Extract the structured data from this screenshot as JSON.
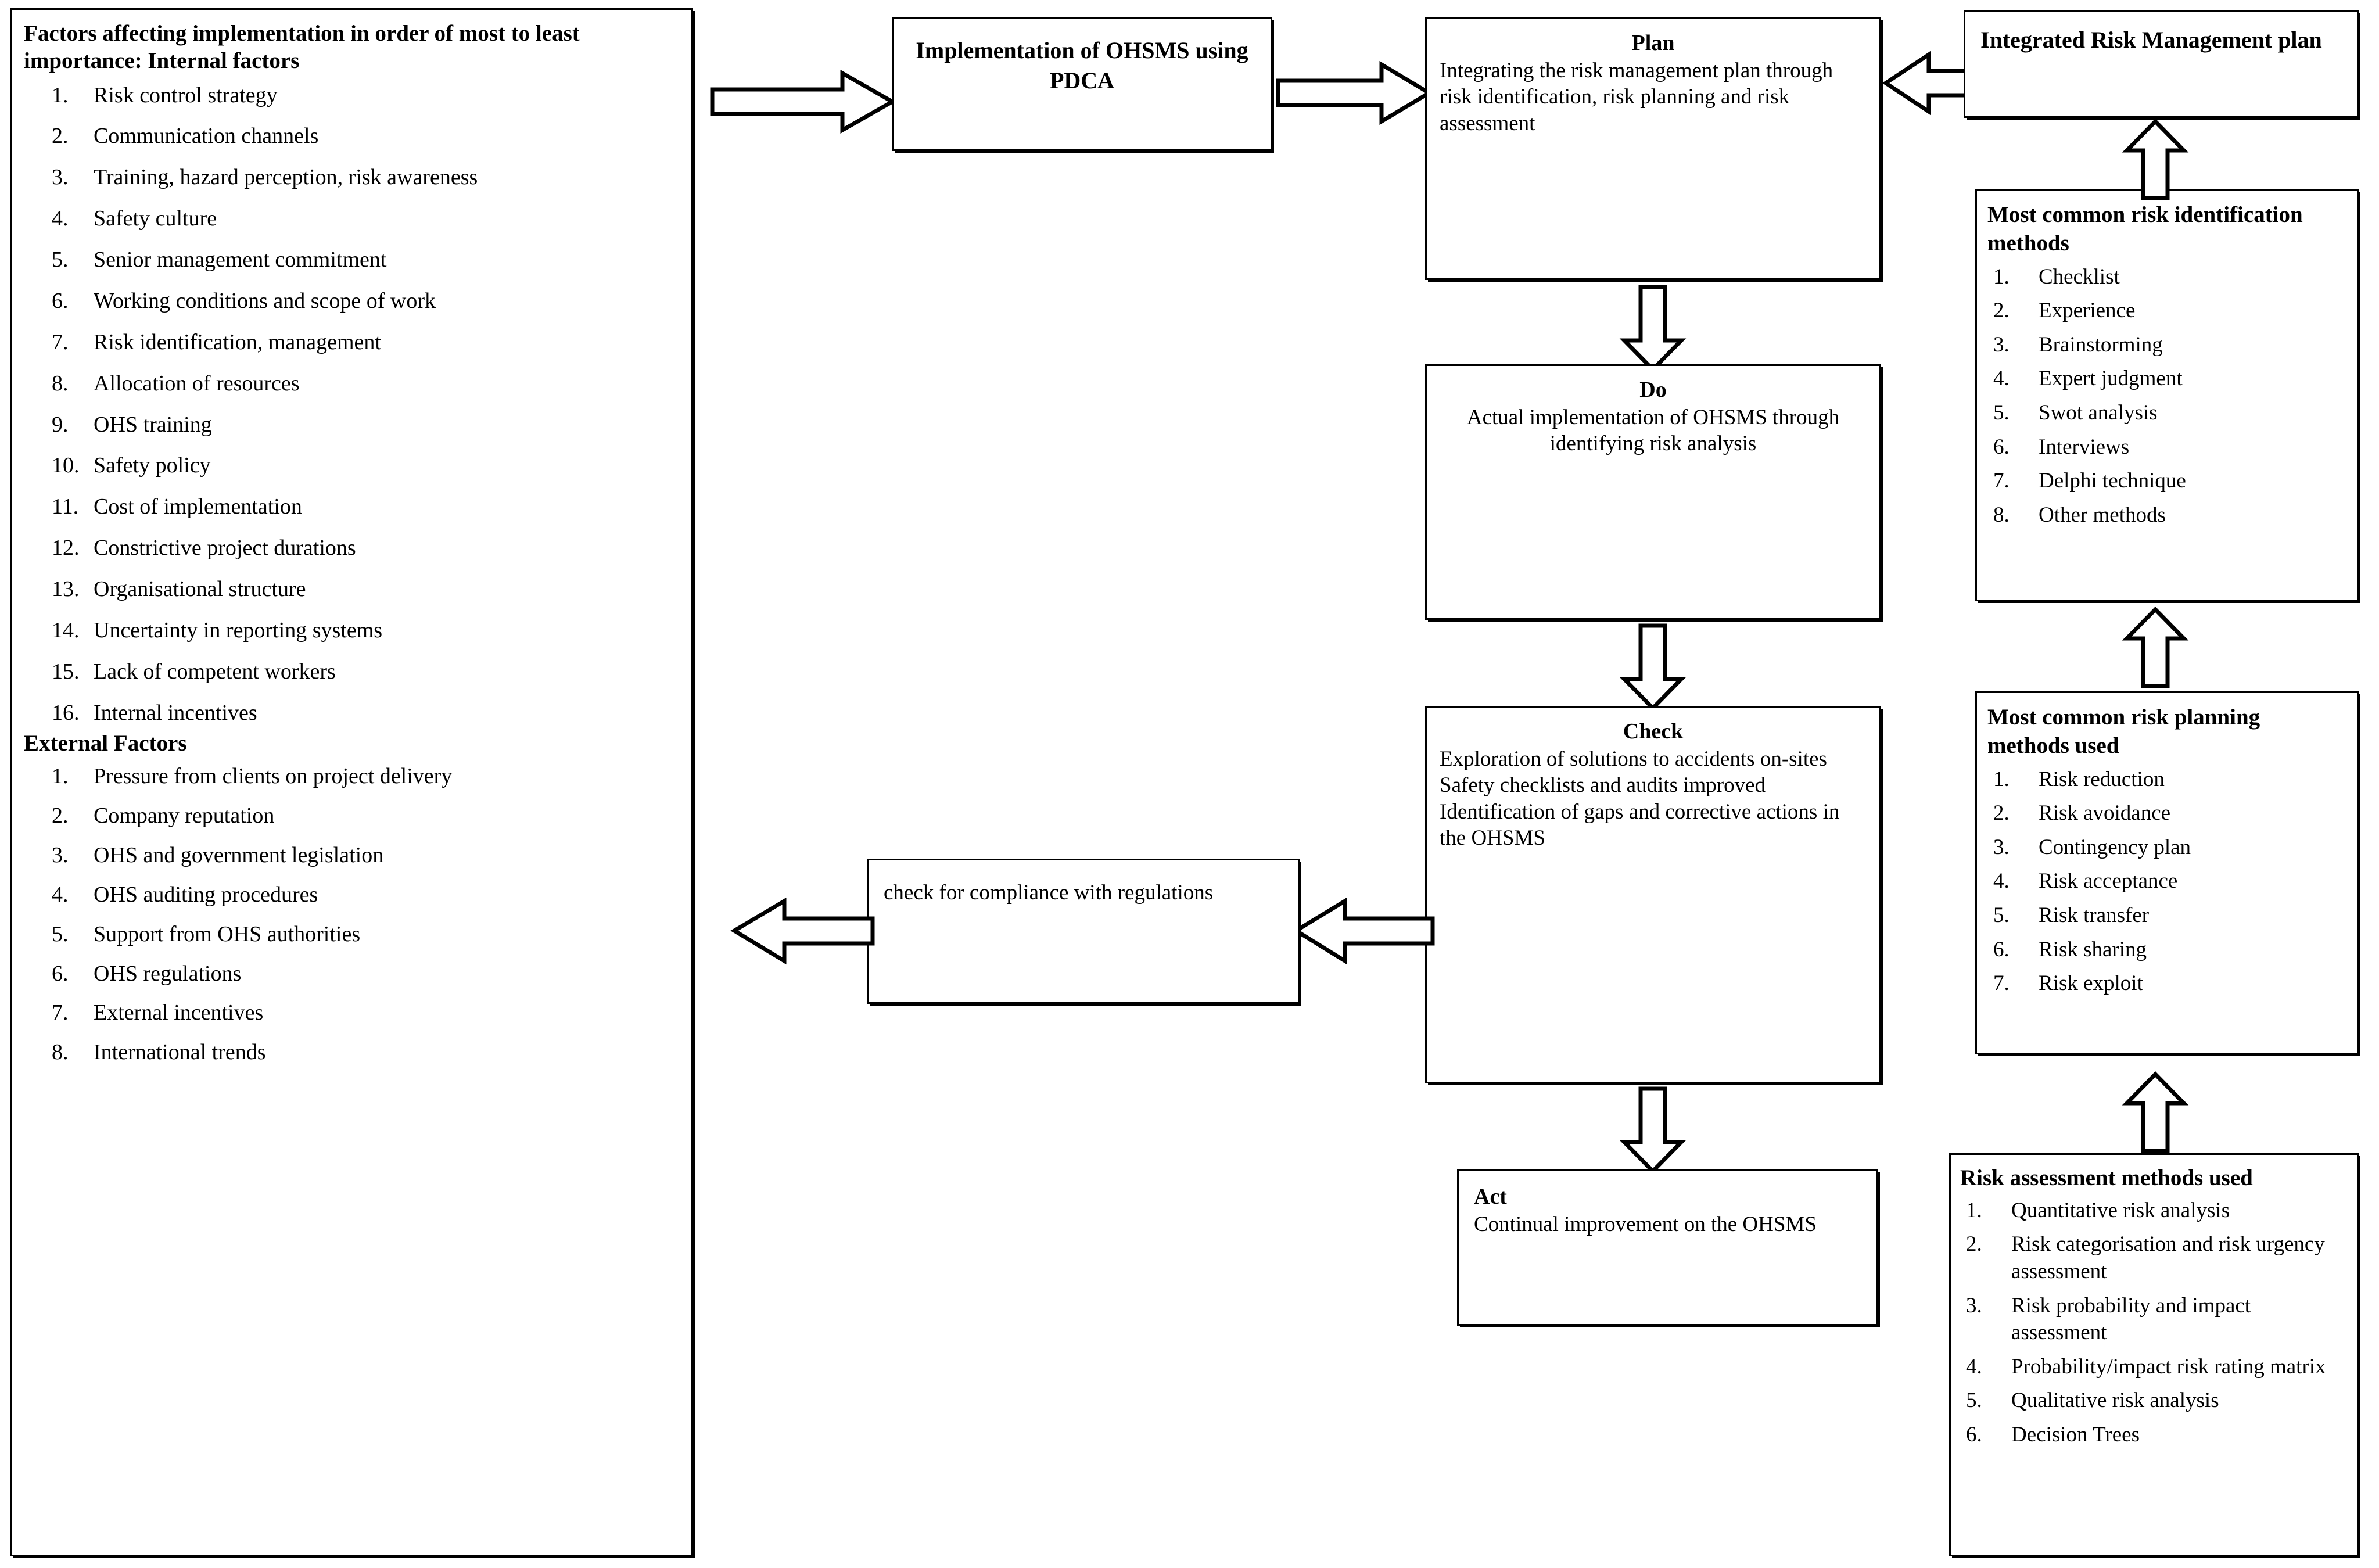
{
  "left_panel": {
    "internal_heading": "Factors affecting implementation in order of most to least importance: Internal factors",
    "internal_factors": [
      "Risk control strategy",
      "Communication channels",
      "Training, hazard perception, risk awareness",
      "Safety culture",
      "Senior management commitment",
      "Working conditions and scope of work",
      "Risk identification, management",
      "Allocation of resources",
      "OHS training",
      "Safety policy",
      "Cost of implementation",
      "Constrictive project durations",
      "Organisational structure",
      "Uncertainty in reporting systems",
      "Lack of competent workers",
      "Internal incentives"
    ],
    "external_heading": "External Factors",
    "external_factors": [
      "Pressure from clients on project delivery",
      "Company reputation",
      "OHS and government legislation",
      "OHS auditing procedures",
      "Support from OHS authorities",
      "OHS regulations",
      "External incentives",
      "International trends"
    ]
  },
  "implementation_box": {
    "title": "Implementation of OHSMS using PDCA"
  },
  "plan_box": {
    "title": "Plan",
    "body": "Integrating the risk management plan through risk identification, risk planning and risk assessment"
  },
  "do_box": {
    "title": "Do",
    "body": "Actual implementation of OHSMS through identifying risk analysis"
  },
  "check_box": {
    "title": "Check",
    "body": "Exploration of solutions to accidents on-sites\nSafety checklists and audits improved\nIdentification of gaps and corrective actions in the OHSMS"
  },
  "act_box": {
    "title": "Act",
    "body": "Continual improvement on the OHSMS"
  },
  "compliance_box": {
    "text": "check for compliance with regulations"
  },
  "irm_box": {
    "title": "Integrated Risk Management plan"
  },
  "risk_identification_box": {
    "title": "Most common risk identification methods",
    "items": [
      "Checklist",
      "Experience",
      "Brainstorming",
      "Expert judgment",
      "Swot analysis",
      "Interviews",
      "Delphi technique",
      "Other methods"
    ]
  },
  "risk_planning_box": {
    "title": "Most common risk planning methods used",
    "items": [
      "Risk reduction",
      "Risk avoidance",
      "Contingency plan",
      "Risk acceptance",
      "Risk transfer",
      "Risk sharing",
      "Risk exploit"
    ]
  },
  "risk_assessment_box": {
    "title": "Risk assessment methods used",
    "items": [
      "Quantitative risk analysis",
      "Risk categorisation and risk urgency assessment",
      "Risk probability and impact assessment",
      "Probability/impact risk rating matrix",
      "Qualitative risk analysis",
      "Decision Trees"
    ]
  },
  "arrows": [
    {
      "name": "arrow-factors-to-implementation",
      "direction": "right"
    },
    {
      "name": "arrow-implementation-to-plan",
      "direction": "right"
    },
    {
      "name": "arrow-irm-to-plan",
      "direction": "left"
    },
    {
      "name": "arrow-plan-to-do",
      "direction": "down"
    },
    {
      "name": "arrow-do-to-check",
      "direction": "down"
    },
    {
      "name": "arrow-check-to-act",
      "direction": "down"
    },
    {
      "name": "arrow-check-to-compliance",
      "direction": "left"
    },
    {
      "name": "arrow-compliance-out",
      "direction": "left"
    },
    {
      "name": "arrow-identification-to-irm",
      "direction": "up"
    },
    {
      "name": "arrow-planning-to-identification",
      "direction": "up"
    },
    {
      "name": "arrow-assessment-to-planning",
      "direction": "up"
    }
  ],
  "colors": {
    "stroke": "#000000",
    "fill": "#ffffff"
  }
}
